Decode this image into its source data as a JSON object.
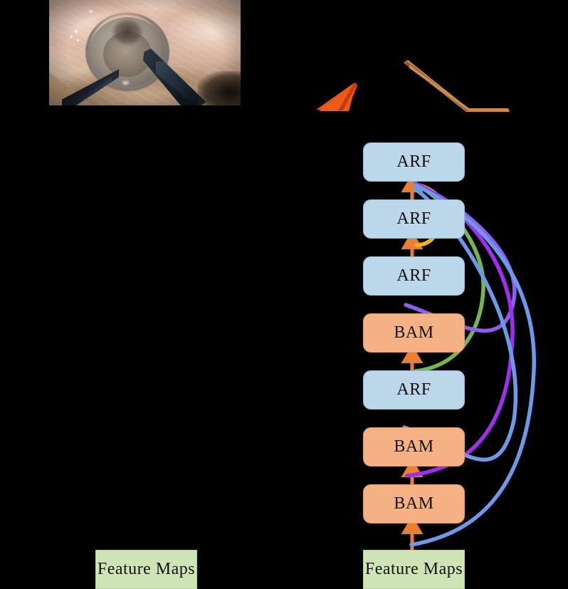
{
  "figure": {
    "background_color": "#000000",
    "left_panel": {
      "image_name": "cataract-surgery-frame",
      "description": "Intraoperative ophthalmic surgery video frame"
    },
    "right_panel": {
      "image_name": "segmentation-mask-overlay",
      "description": "Predicted instrument segmentation masks"
    }
  },
  "masks": {
    "shapes": [
      {
        "name": "mask-instrument-red",
        "color": "#f24d0a"
      },
      {
        "name": "mask-instrument-red2",
        "color": "#ef5a17"
      },
      {
        "name": "mask-instrument-tan",
        "color": "#d18a46"
      },
      {
        "name": "mask-instrument-tan2",
        "color": "#c98a4f"
      }
    ]
  },
  "colors": {
    "arf_fill": "#bcd6ea",
    "arf_border": "#9ab9d4",
    "bam_fill": "#f4b183",
    "bam_border": "#e09a68",
    "feature_maps_fill": "#cfe4b6",
    "feature_maps_border": "#b6d199",
    "arrow": "#ed7d31",
    "skip_yellow": "#f5b30f",
    "skip_green": "#76b64e",
    "skip_purple": "#a02ef0",
    "skip_violet": "#8f5df0",
    "skip_blue": "#6a9ae8"
  },
  "pipeline": {
    "left_column": {
      "blocks": [
        {
          "id": "fm-left",
          "label": "Feature Maps",
          "type": "feature-maps"
        }
      ]
    },
    "right_column": {
      "blocks": [
        {
          "id": "arf-1",
          "label": "ARF",
          "type": "arf"
        },
        {
          "id": "arf-2",
          "label": "ARF",
          "type": "arf"
        },
        {
          "id": "arf-3",
          "label": "ARF",
          "type": "arf"
        },
        {
          "id": "bam-1",
          "label": "BAM",
          "type": "bam"
        },
        {
          "id": "arf-4",
          "label": "ARF",
          "type": "arf"
        },
        {
          "id": "bam-2",
          "label": "BAM",
          "type": "bam"
        },
        {
          "id": "bam-3",
          "label": "BAM",
          "type": "bam"
        },
        {
          "id": "fm-right",
          "label": "Feature Maps",
          "type": "feature-maps"
        }
      ]
    }
  },
  "arrows": {
    "name": "upward-flow-arrow",
    "color": "#ed7d31",
    "count": 5
  },
  "skip_connections": [
    {
      "name": "skip-yellow",
      "color": "#f5b30f",
      "from": "arf-3-out",
      "to": "arf-1-in"
    },
    {
      "name": "skip-green",
      "color": "#76b64e",
      "from": "arf-4-out",
      "to": "arf-1-in"
    },
    {
      "name": "skip-violet",
      "color": "#8f5df0",
      "from": "bam-1-in",
      "to": "arf-1-in"
    },
    {
      "name": "skip-purple",
      "color": "#a02ef0",
      "from": "bam-3-out",
      "to": "arf-1-in"
    },
    {
      "name": "skip-blue-1",
      "color": "#6a9ae8",
      "from": "bam-2-in",
      "to": "arf-2-in"
    },
    {
      "name": "skip-blue-2",
      "color": "#6a9ae8",
      "from": "fm-right-out",
      "to": "arf-1-in"
    }
  ]
}
